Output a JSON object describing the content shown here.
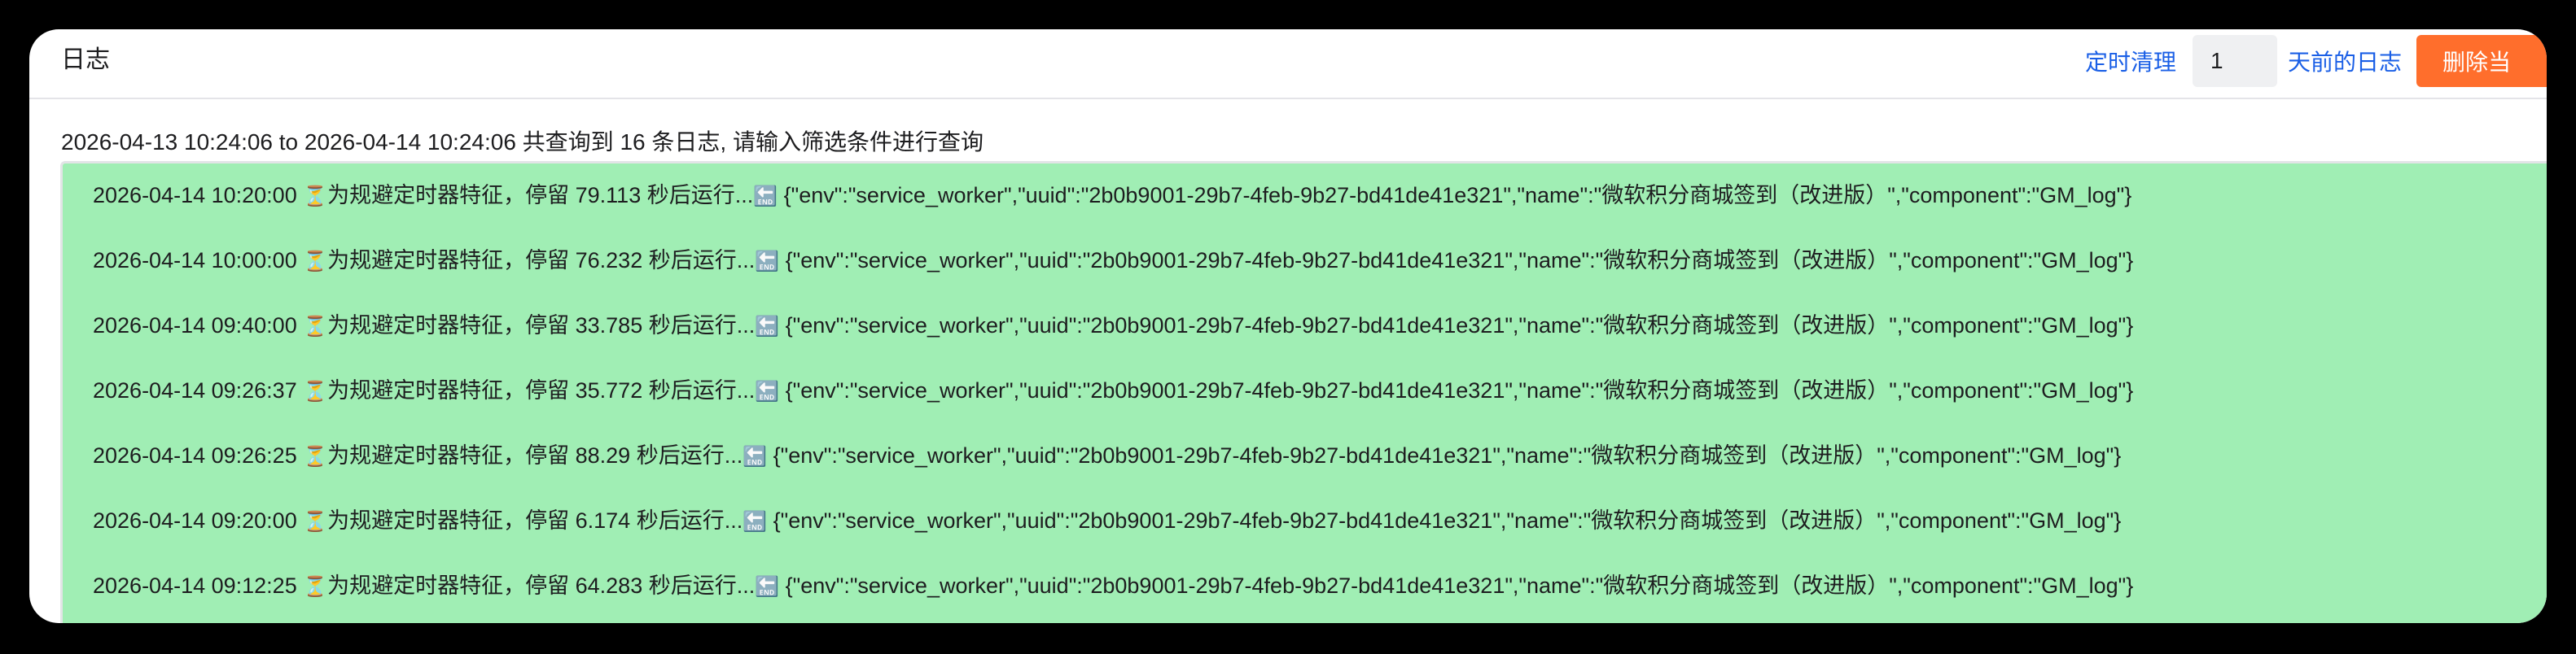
{
  "header": {
    "title": "日志",
    "schedule_clean_label": "定时清理",
    "days_value": "1",
    "days_suffix_label": "天前的日志",
    "delete_button_label": "删除当"
  },
  "summary": "2026-04-13 10:24:06 to 2026-04-14 10:24:06 共查询到 16 条日志, 请输入筛选条件进行查询",
  "icons": {
    "hourglass": "⏳",
    "end": "🔚"
  },
  "colors": {
    "link": "#1a5fe6",
    "delete_button": "#ff6e2c",
    "log_bg": "#a0eeb4"
  },
  "logs": [
    {
      "time": "2026-04-14 10:20:00",
      "message": "为规避定时器特征，停留 79.113 秒后运行...",
      "payload": "{\"env\":\"service_worker\",\"uuid\":\"2b0b9001-29b7-4feb-9b27-bd41de41e321\",\"name\":\"微软积分商城签到（改进版）\",\"component\":\"GM_log\"}"
    },
    {
      "time": "2026-04-14 10:00:00",
      "message": "为规避定时器特征，停留 76.232 秒后运行...",
      "payload": "{\"env\":\"service_worker\",\"uuid\":\"2b0b9001-29b7-4feb-9b27-bd41de41e321\",\"name\":\"微软积分商城签到（改进版）\",\"component\":\"GM_log\"}"
    },
    {
      "time": "2026-04-14 09:40:00",
      "message": "为规避定时器特征，停留 33.785 秒后运行...",
      "payload": "{\"env\":\"service_worker\",\"uuid\":\"2b0b9001-29b7-4feb-9b27-bd41de41e321\",\"name\":\"微软积分商城签到（改进版）\",\"component\":\"GM_log\"}"
    },
    {
      "time": "2026-04-14 09:26:37",
      "message": "为规避定时器特征，停留 35.772 秒后运行...",
      "payload": "{\"env\":\"service_worker\",\"uuid\":\"2b0b9001-29b7-4feb-9b27-bd41de41e321\",\"name\":\"微软积分商城签到（改进版）\",\"component\":\"GM_log\"}"
    },
    {
      "time": "2026-04-14 09:26:25",
      "message": "为规避定时器特征，停留 88.29 秒后运行...",
      "payload": "{\"env\":\"service_worker\",\"uuid\":\"2b0b9001-29b7-4feb-9b27-bd41de41e321\",\"name\":\"微软积分商城签到（改进版）\",\"component\":\"GM_log\"}"
    },
    {
      "time": "2026-04-14 09:20:00",
      "message": "为规避定时器特征，停留 6.174 秒后运行...",
      "payload": "{\"env\":\"service_worker\",\"uuid\":\"2b0b9001-29b7-4feb-9b27-bd41de41e321\",\"name\":\"微软积分商城签到（改进版）\",\"component\":\"GM_log\"}"
    },
    {
      "time": "2026-04-14 09:12:25",
      "message": "为规避定时器特征，停留 64.283 秒后运行...",
      "payload": "{\"env\":\"service_worker\",\"uuid\":\"2b0b9001-29b7-4feb-9b27-bd41de41e321\",\"name\":\"微软积分商城签到（改进版）\",\"component\":\"GM_log\"}"
    }
  ]
}
